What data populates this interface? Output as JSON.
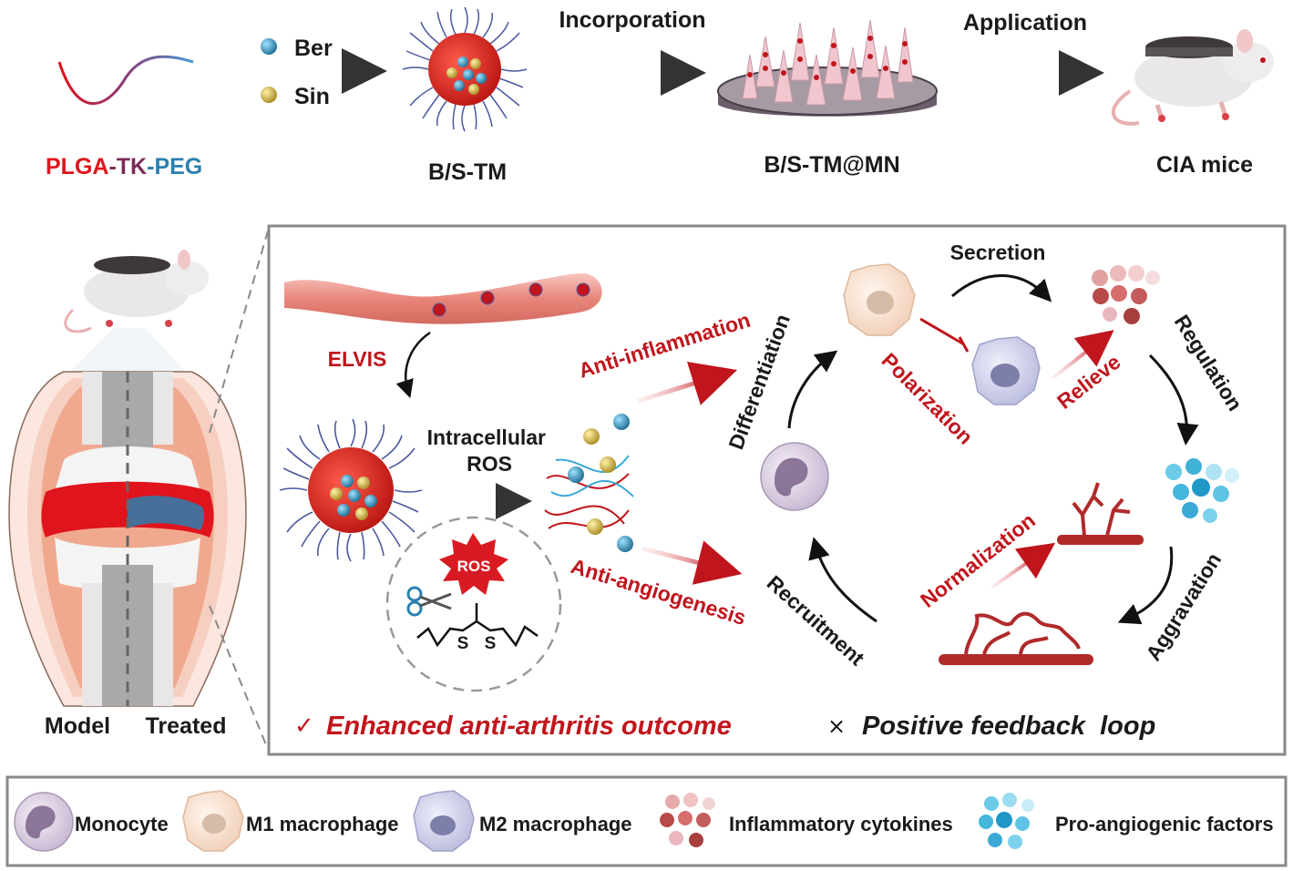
{
  "top_flow": {
    "polymer": {
      "p1": "PLGA",
      "sep1": "-",
      "p2": "TK",
      "sep2": "-",
      "p3": "PEG",
      "colors": {
        "p1": "#e0141c",
        "p2": "#7a2b5a",
        "p3": "#2a7fb0"
      }
    },
    "drug_ber": "Ber",
    "drug_sin": "Sin",
    "micelle": "B/S-TM",
    "step_incorporation": "Incorporation",
    "needle_patch": "B/S-TM@MN",
    "step_application": "Application",
    "animal": "CIA mice"
  },
  "joint_panel": {
    "model": "Model",
    "treated": "Treated"
  },
  "mechanism": {
    "elvis": "ELVIS",
    "ros_trigger": {
      "line1": "Intracellular",
      "line2": "ROS"
    },
    "ros_badge": "ROS",
    "sulfur_a": "S",
    "sulfur_b": "S",
    "anti_inflammation": "Anti-inflammation",
    "anti_angiogenesis": "Anti-angiogenesis",
    "differentiation": "Differentiation",
    "polarization": "Polarization",
    "secretion": "Secretion",
    "relieve": "Relieve",
    "regulation": "Regulation",
    "aggravation": "Aggravation",
    "normalization": "Normalization",
    "recruitment": "Recruitment",
    "outcome_mark": "✓",
    "outcome": "Enhanced anti-arthritis outcome",
    "loop_mark": "×",
    "loop": "Positive feedback  loop"
  },
  "legend": {
    "monocyte": "Monocyte",
    "m1": "M1 macrophage",
    "m2": "M2 macrophage",
    "cytokines": "Inflammatory cytokines",
    "proangio": "Pro-angiogenic factors"
  },
  "colors": {
    "accent_red": "#c0151c",
    "particle_blue": "#2e8fb3",
    "particle_gold": "#d2b43c",
    "frame_gray": "#888888"
  }
}
